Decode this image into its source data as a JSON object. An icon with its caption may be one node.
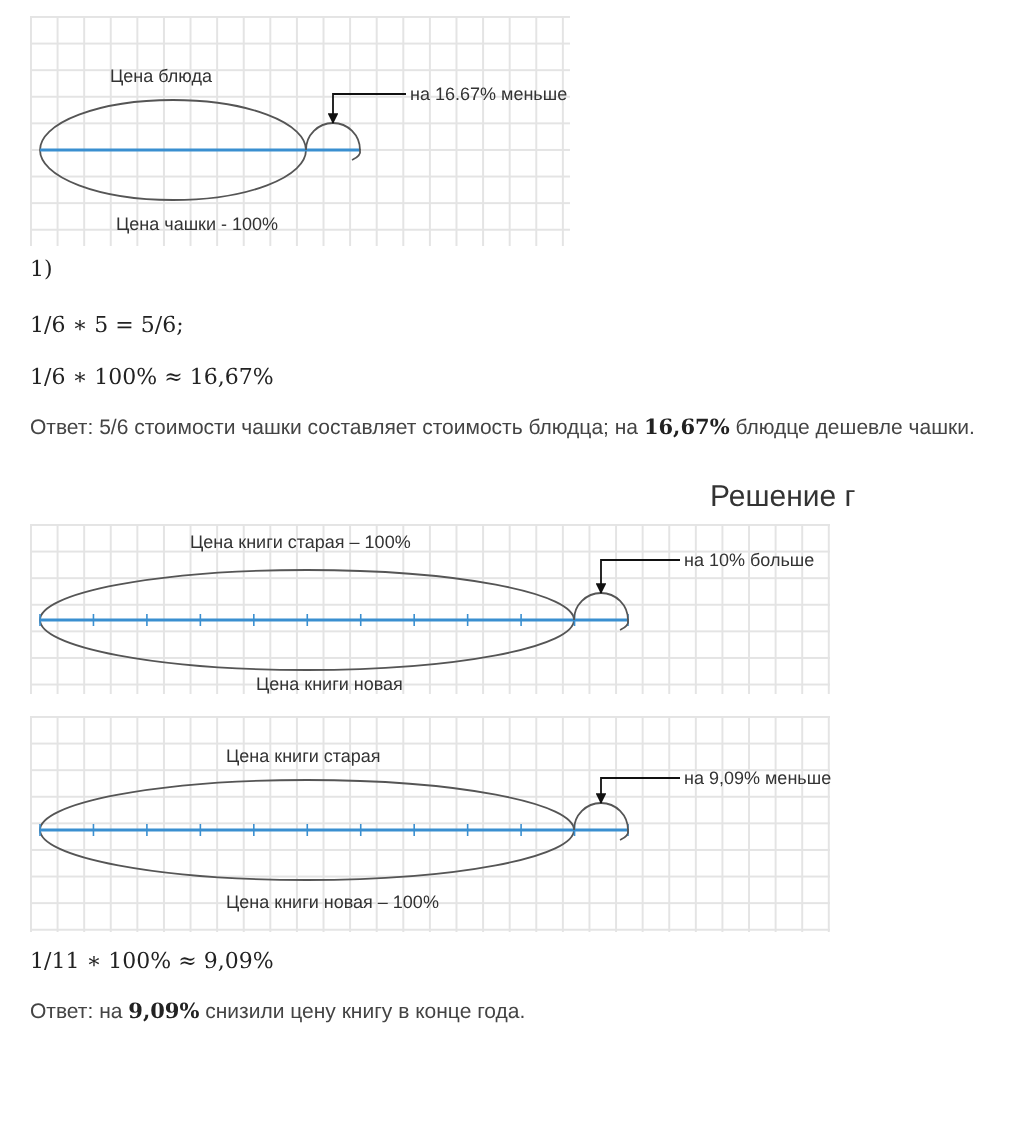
{
  "diagram": {
    "nodes": [
      {
        "text": [
          "на 16.67% меньше"
        ]
      },
      {
        "text": [
          "на 10% больше"
        ]
      },
      {
        "text": [
          "на 9,09% меньше"
        ]
      },
      {
        "text": [],
        "shape": "arc"
      },
      {
        "text": [],
        "shape": "arc"
      },
      {
        "text": [],
        "shape": "arc"
      }
    ],
    "edges": [
      {
        "from": 0,
        "to": 3,
        "arrow": "to"
      },
      {
        "from": 1,
        "to": 4,
        "arrow": "to"
      },
      {
        "from": 2,
        "to": 5,
        "arrow": "to"
      }
    ],
    "labels": [
      "Цена блюда",
      "Цена чашки - 100%",
      "1)",
      "1/6 ∗ 5 = 5/6;",
      "1/6 ∗ 100% ≈ 16,67%",
      "Ответ: 5/6 стоимости чашки составляет стоимость блюдца; на **16,67%** блюдце дешевле чашки.",
      "Решение г",
      "Цена книги старая – 100%",
      "Цена книги новая",
      "Цена книги старая",
      "Цена книги новая – 100%",
      "1/11 ∗ 100% ≈ 9,09%",
      "Ответ: на **9,09%** снизили цену книгу в конце года."
    ]
  }
}
